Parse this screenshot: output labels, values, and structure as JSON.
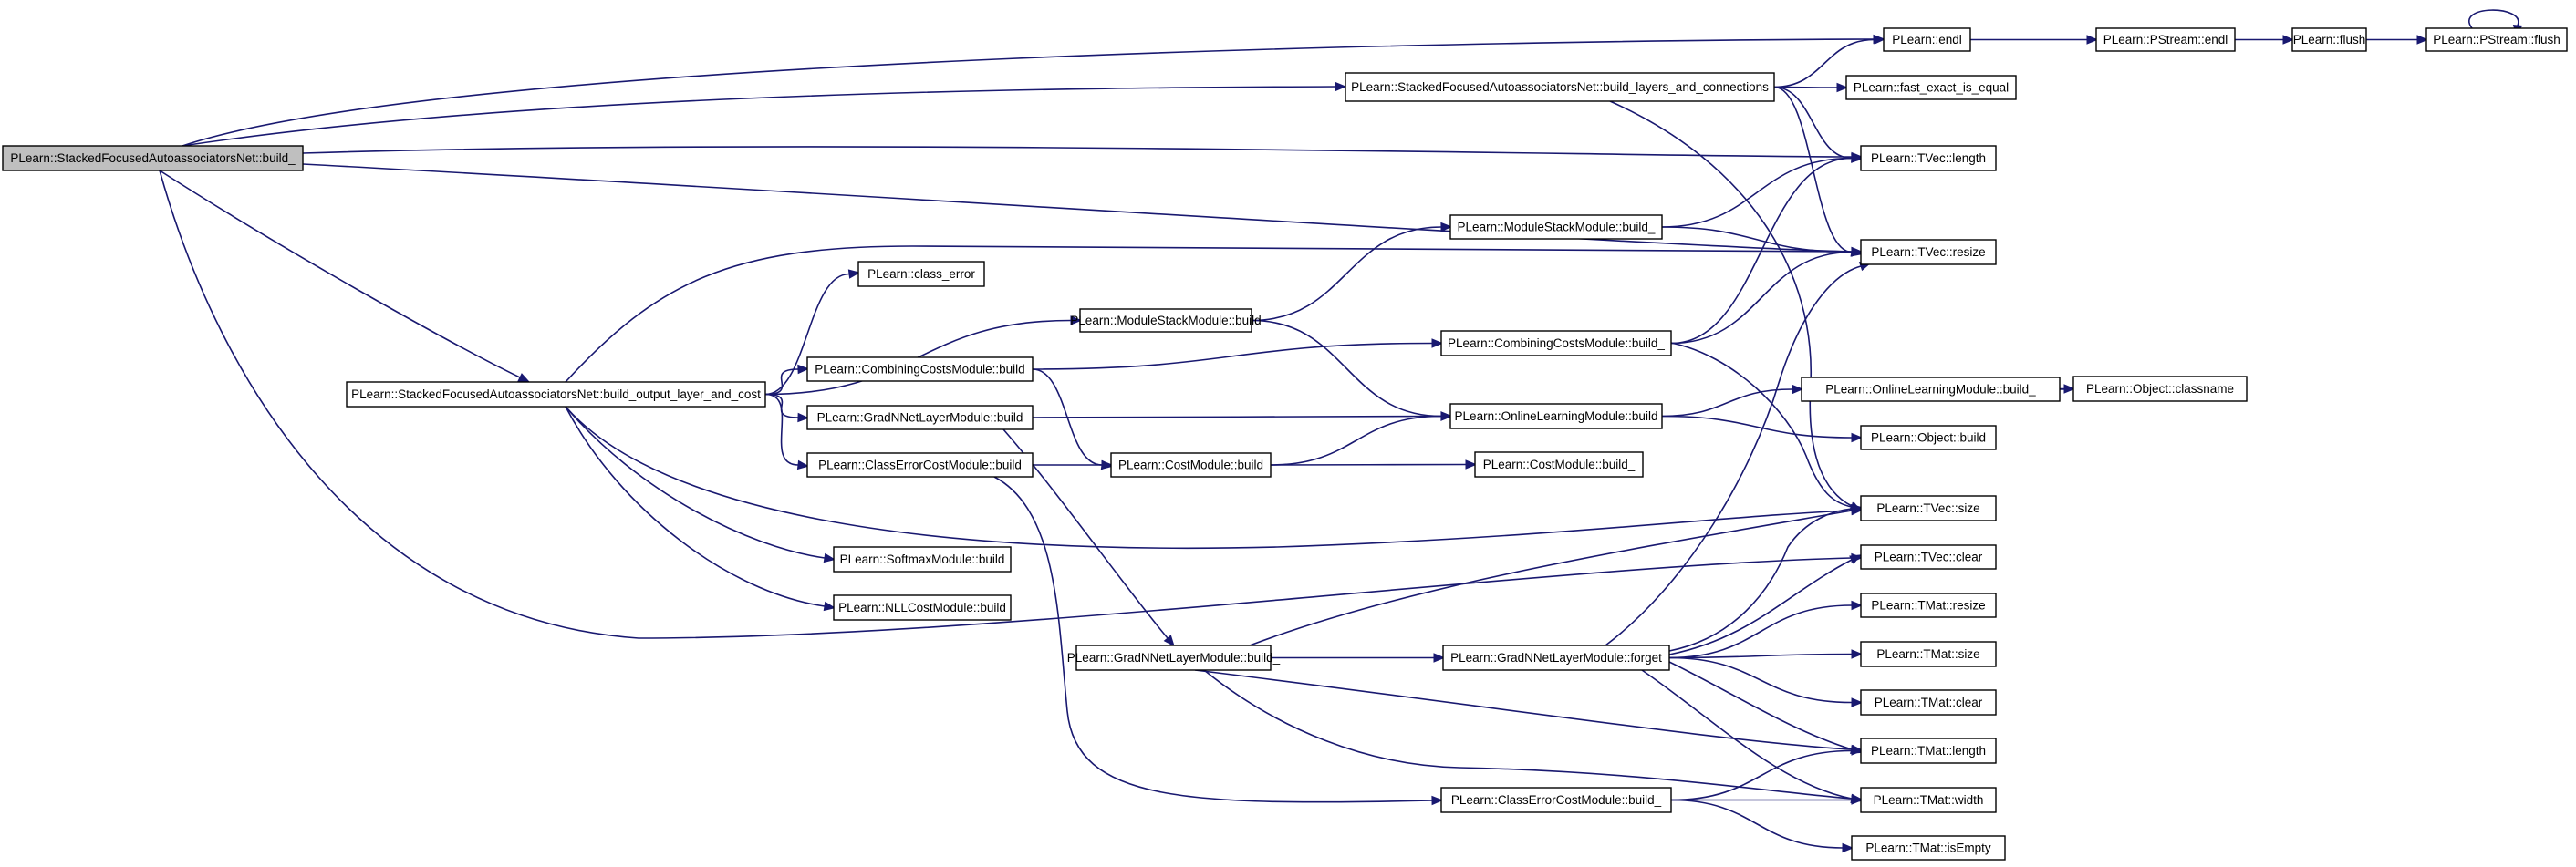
{
  "graph": {
    "nodes": [
      {
        "id": "root",
        "label": "PLearn::StackedFocusedAutoassociatorsNet::build_",
        "root": true
      },
      {
        "id": "endl",
        "label": "PLearn::endl"
      },
      {
        "id": "pstream_endl",
        "label": "PLearn::PStream::endl"
      },
      {
        "id": "flush",
        "label": "PLearn::flush"
      },
      {
        "id": "pstream_flush",
        "label": "PLearn::PStream::flush"
      },
      {
        "id": "bl",
        "label": "PLearn::StackedFocusedAutoassociatorsNet::build_layers_and_connections"
      },
      {
        "id": "fast",
        "label": "PLearn::fast_exact_is_equal"
      },
      {
        "id": "tvec_length",
        "label": "PLearn::TVec::length"
      },
      {
        "id": "msm_build_",
        "label": "PLearn::ModuleStackModule::build_"
      },
      {
        "id": "tvec_resize",
        "label": "PLearn::TVec::resize"
      },
      {
        "id": "class_error",
        "label": "PLearn::class_error"
      },
      {
        "id": "msm_build",
        "label": "PLearn::ModuleStackModule::build"
      },
      {
        "id": "ccm_build_",
        "label": "PLearn::CombiningCostsModule::build_"
      },
      {
        "id": "bo",
        "label": "PLearn::StackedFocusedAutoassociatorsNet::build_output_layer_and_cost"
      },
      {
        "id": "ccm_build",
        "label": "PLearn::CombiningCostsModule::build"
      },
      {
        "id": "olm_build_",
        "label": "PLearn::OnlineLearningModule::build_"
      },
      {
        "id": "obj_classname",
        "label": "PLearn::Object::classname"
      },
      {
        "id": "gnl_build",
        "label": "PLearn::GradNNetLayerModule::build"
      },
      {
        "id": "olm_build",
        "label": "PLearn::OnlineLearningModule::build"
      },
      {
        "id": "obj_build",
        "label": "PLearn::Object::build"
      },
      {
        "id": "cecm_build",
        "label": "PLearn::ClassErrorCostModule::build"
      },
      {
        "id": "cm_build",
        "label": "PLearn::CostModule::build"
      },
      {
        "id": "cm_build_",
        "label": "PLearn::CostModule::build_"
      },
      {
        "id": "tvec_size",
        "label": "PLearn::TVec::size"
      },
      {
        "id": "softmax",
        "label": "PLearn::SoftmaxModule::build"
      },
      {
        "id": "tvec_clear",
        "label": "PLearn::TVec::clear"
      },
      {
        "id": "nll",
        "label": "PLearn::NLLCostModule::build"
      },
      {
        "id": "tmat_resize",
        "label": "PLearn::TMat::resize"
      },
      {
        "id": "gnl_build_",
        "label": "PLearn::GradNNetLayerModule::build_"
      },
      {
        "id": "gnl_forget",
        "label": "PLearn::GradNNetLayerModule::forget"
      },
      {
        "id": "tmat_size",
        "label": "PLearn::TMat::size"
      },
      {
        "id": "tmat_clear",
        "label": "PLearn::TMat::clear"
      },
      {
        "id": "tmat_length",
        "label": "PLearn::TMat::length"
      },
      {
        "id": "cecm_build_",
        "label": "PLearn::ClassErrorCostModule::build_"
      },
      {
        "id": "tmat_width",
        "label": "PLearn::TMat::width"
      },
      {
        "id": "tmat_isempty",
        "label": "PLearn::TMat::isEmpty"
      }
    ],
    "edges": [
      [
        "root",
        "endl"
      ],
      [
        "root",
        "bl"
      ],
      [
        "root",
        "tvec_length"
      ],
      [
        "root",
        "tvec_resize"
      ],
      [
        "root",
        "bo"
      ],
      [
        "root",
        "tvec_clear"
      ],
      [
        "endl",
        "pstream_endl"
      ],
      [
        "pstream_endl",
        "flush"
      ],
      [
        "flush",
        "pstream_flush"
      ],
      [
        "pstream_flush",
        "pstream_flush"
      ],
      [
        "bl",
        "endl"
      ],
      [
        "bl",
        "fast"
      ],
      [
        "bl",
        "tvec_length"
      ],
      [
        "bl",
        "tvec_resize"
      ],
      [
        "bl",
        "tvec_size"
      ],
      [
        "bo",
        "tvec_resize"
      ],
      [
        "bo",
        "class_error"
      ],
      [
        "bo",
        "msm_build"
      ],
      [
        "bo",
        "ccm_build"
      ],
      [
        "bo",
        "gnl_build"
      ],
      [
        "bo",
        "cecm_build"
      ],
      [
        "bo",
        "tvec_size"
      ],
      [
        "bo",
        "softmax"
      ],
      [
        "bo",
        "nll"
      ],
      [
        "msm_build",
        "msm_build_"
      ],
      [
        "msm_build",
        "olm_build"
      ],
      [
        "msm_build_",
        "tvec_length"
      ],
      [
        "msm_build_",
        "tvec_resize"
      ],
      [
        "ccm_build",
        "ccm_build_"
      ],
      [
        "ccm_build",
        "cm_build"
      ],
      [
        "ccm_build_",
        "tvec_length"
      ],
      [
        "ccm_build_",
        "tvec_resize"
      ],
      [
        "ccm_build_",
        "tvec_size"
      ],
      [
        "gnl_build",
        "olm_build"
      ],
      [
        "gnl_build",
        "gnl_build_"
      ],
      [
        "cecm_build",
        "cm_build"
      ],
      [
        "cecm_build",
        "cecm_build_"
      ],
      [
        "cm_build",
        "olm_build"
      ],
      [
        "cm_build",
        "cm_build_"
      ],
      [
        "olm_build",
        "olm_build_"
      ],
      [
        "olm_build",
        "obj_build"
      ],
      [
        "olm_build_",
        "obj_classname"
      ],
      [
        "gnl_build_",
        "gnl_forget"
      ],
      [
        "gnl_build_",
        "tvec_size"
      ],
      [
        "gnl_build_",
        "tmat_length"
      ],
      [
        "gnl_build_",
        "tmat_width"
      ],
      [
        "gnl_forget",
        "tvec_resize"
      ],
      [
        "gnl_forget",
        "tvec_size"
      ],
      [
        "gnl_forget",
        "tvec_clear"
      ],
      [
        "gnl_forget",
        "tmat_resize"
      ],
      [
        "gnl_forget",
        "tmat_size"
      ],
      [
        "gnl_forget",
        "tmat_clear"
      ],
      [
        "gnl_forget",
        "tmat_length"
      ],
      [
        "gnl_forget",
        "tmat_width"
      ],
      [
        "cecm_build_",
        "tmat_length"
      ],
      [
        "cecm_build_",
        "tmat_width"
      ],
      [
        "cecm_build_",
        "tmat_isempty"
      ]
    ]
  },
  "colors": {
    "edge": "#191970",
    "node_fill": "#ffffff",
    "root_fill": "#bfbfbf",
    "node_border": "#000000"
  }
}
